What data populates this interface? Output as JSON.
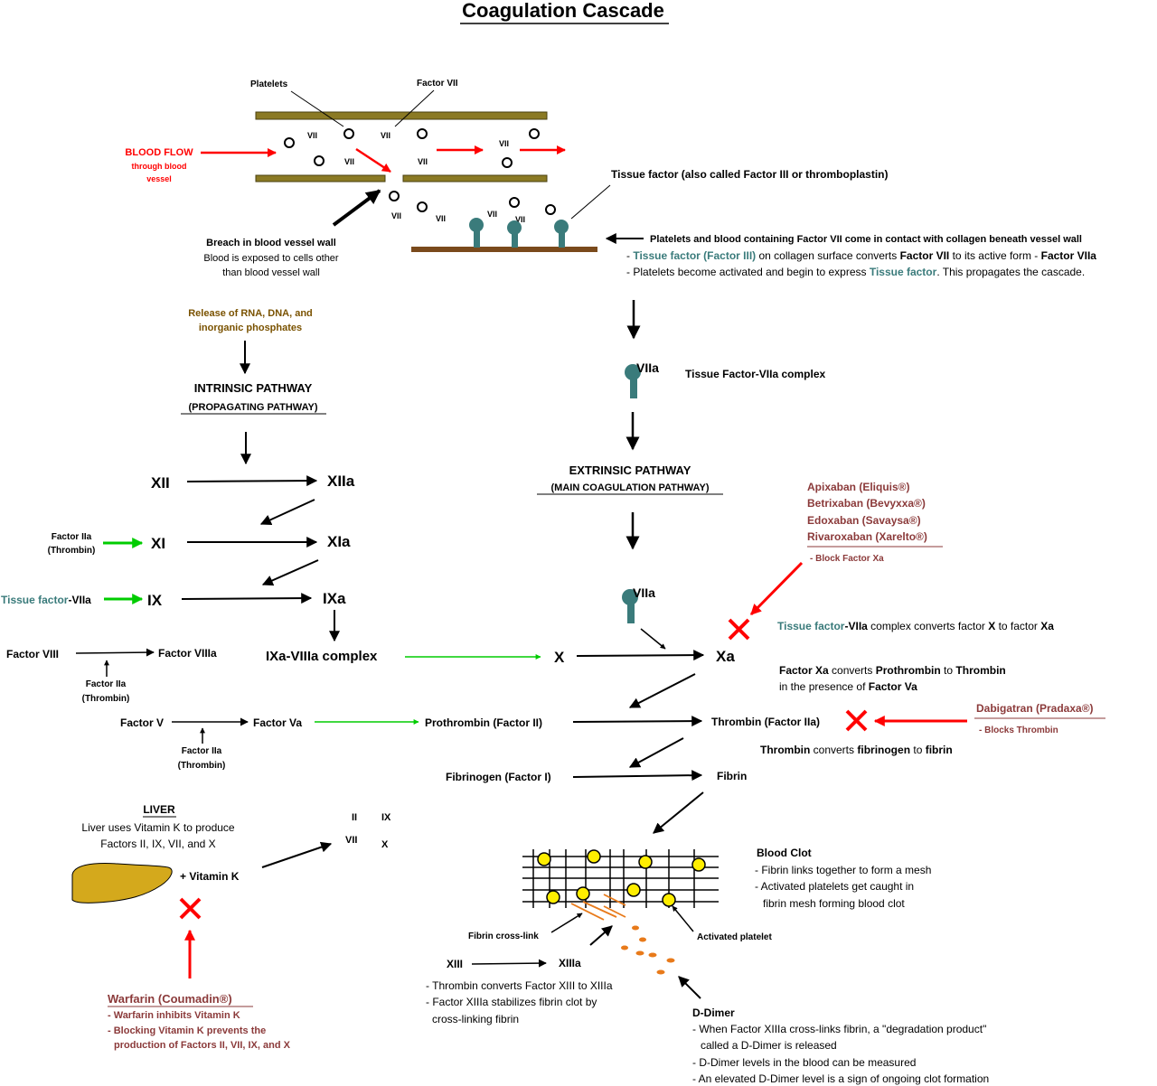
{
  "title": "Coagulation Cascade",
  "colors": {
    "red": "#ff0000",
    "green": "#00cc00",
    "teal": "#3a7b7b",
    "drug": "#8b3a3a",
    "release": "#7a5200",
    "vessel": "#8b7a24",
    "collagen": "#7a4a1c",
    "liver": "#d4a91c",
    "platelet": "#ffee00",
    "ddimer": "#e87a1a"
  },
  "vessel": {
    "platelets": "Platelets",
    "factor_vii": "Factor VII",
    "vii": "VII",
    "blood_flow_1": "BLOOD FLOW",
    "blood_flow_2": "through blood",
    "blood_flow_3": "vessel",
    "tissue_factor_label": "Tissue factor (also called Factor III or thromboplastin)",
    "breach_1": "Breach in blood vessel wall",
    "breach_2": "Blood is exposed to cells other",
    "breach_3": "than blood vessel wall",
    "contact": "Platelets and blood containing Factor VII come in contact with collagen beneath vessel wall",
    "b1_pre": "- ",
    "b1_tf": "Tissue factor (Factor III)",
    "b1_mid": " on collagen surface converts ",
    "b1_vii": "Factor VII",
    "b1_mid2": " to its active form - ",
    "b1_viia": "Factor VIIa",
    "b2_pre": "- Platelets become activated and begin to express ",
    "b2_tf": "Tissue factor",
    "b2_post": ". This propagates the cascade."
  },
  "intrinsic": {
    "release_1": "Release of RNA, DNA, and",
    "release_2": "inorganic phosphates",
    "title": "INTRINSIC PATHWAY",
    "subtitle": "(PROPAGATING PATHWAY)",
    "xii": "XII",
    "xiia": "XIIa",
    "xi": "XI",
    "xia": "XIa",
    "ix": "IX",
    "ixa": "IXa",
    "factor_iia": "Factor IIa",
    "thrombin": "(Thrombin)",
    "tf_a": "Tissue factor",
    "tf_b": "-VIIa",
    "factor_viii": "Factor VIII",
    "factor_viiia": "Factor VIIIa",
    "ixa_viiia": "IXa-VIIIa complex",
    "factor_v": "Factor V",
    "factor_va": "Factor Va"
  },
  "extrinsic": {
    "viia": "VIIa",
    "tf_viia_complex": "Tissue Factor-VIIa complex",
    "title": "EXTRINSIC PATHWAY",
    "subtitle": "(MAIN COAGULATION PATHWAY)"
  },
  "common": {
    "x": "X",
    "xa": "Xa",
    "xa_tf": "Tissue factor",
    "xa_desc_mid": "-VIIa",
    "xa_desc_a": " complex converts factor ",
    "xa_desc_x": "X",
    "xa_desc_b": " to factor ",
    "xa_desc_xa": "Xa",
    "xa_c1": "Factor Xa",
    "xa_c2": " converts ",
    "xa_c3": "Prothrombin",
    "xa_c4": " to ",
    "xa_c5": "Thrombin",
    "xa_c6": "in the presence of ",
    "xa_c7": "Factor Va",
    "prothrombin": "Prothrombin (Factor II)",
    "thrombin": "Thrombin (Factor IIa)",
    "thr_c1": "Thrombin",
    "thr_c2": " converts ",
    "thr_c3": "fibrinogen",
    "thr_c4": " to ",
    "thr_c5": "fibrin",
    "fibrinogen": "Fibrinogen (Factor I)",
    "fibrin": "Fibrin"
  },
  "drugs": {
    "xa_1": "Apixaban (Eliquis®)",
    "xa_2": "Betrixaban (Bevyxxa®)",
    "xa_3": "Edoxaban (Savaysa®)",
    "xa_4": "Rivaroxaban (Xarelto®)",
    "xa_note": "- Block Factor Xa",
    "dabigatran": "Dabigatran (Pradaxa®)",
    "dabigatran_note": "- Blocks Thrombin",
    "warfarin": "Warfarin (Coumadin®)",
    "warfarin_1": "- Warfarin inhibits Vitamin K",
    "warfarin_2": "- Blocking Vitamin K prevents the",
    "warfarin_3": "production of Factors II, VII, IX, and X"
  },
  "liver": {
    "title": "LIVER",
    "line1": "Liver uses Vitamin K to produce",
    "line2": "Factors II, IX, VII, and X",
    "vitamin": "+  Vitamin K",
    "f_ii": "II",
    "f_ix": "IX",
    "f_vii": "VII",
    "f_x": "X"
  },
  "clot": {
    "title": "Blood Clot",
    "l1": "- Fibrin links together to form a mesh",
    "l2": "- Activated platelets get caught in",
    "l3": "fibrin mesh forming blood clot",
    "crosslink": "Fibrin cross-link",
    "activated": "Activated platelet",
    "xiii": "XIII",
    "xiiia": "XIIIa",
    "x1": "- Thrombin converts Factor XIII to XIIIa",
    "x2": "- Factor XIIIa stabilizes fibrin clot by",
    "x3": "cross-linking fibrin",
    "ddimer": "D-Dimer",
    "d1": "- When Factor XIIIa cross-links fibrin, a \"degradation product\"",
    "d2": "called a D-Dimer is released",
    "d3": "- D-Dimer levels in the blood can be measured",
    "d4": "- An elevated D-Dimer level is a sign of ongoing clot formation"
  }
}
